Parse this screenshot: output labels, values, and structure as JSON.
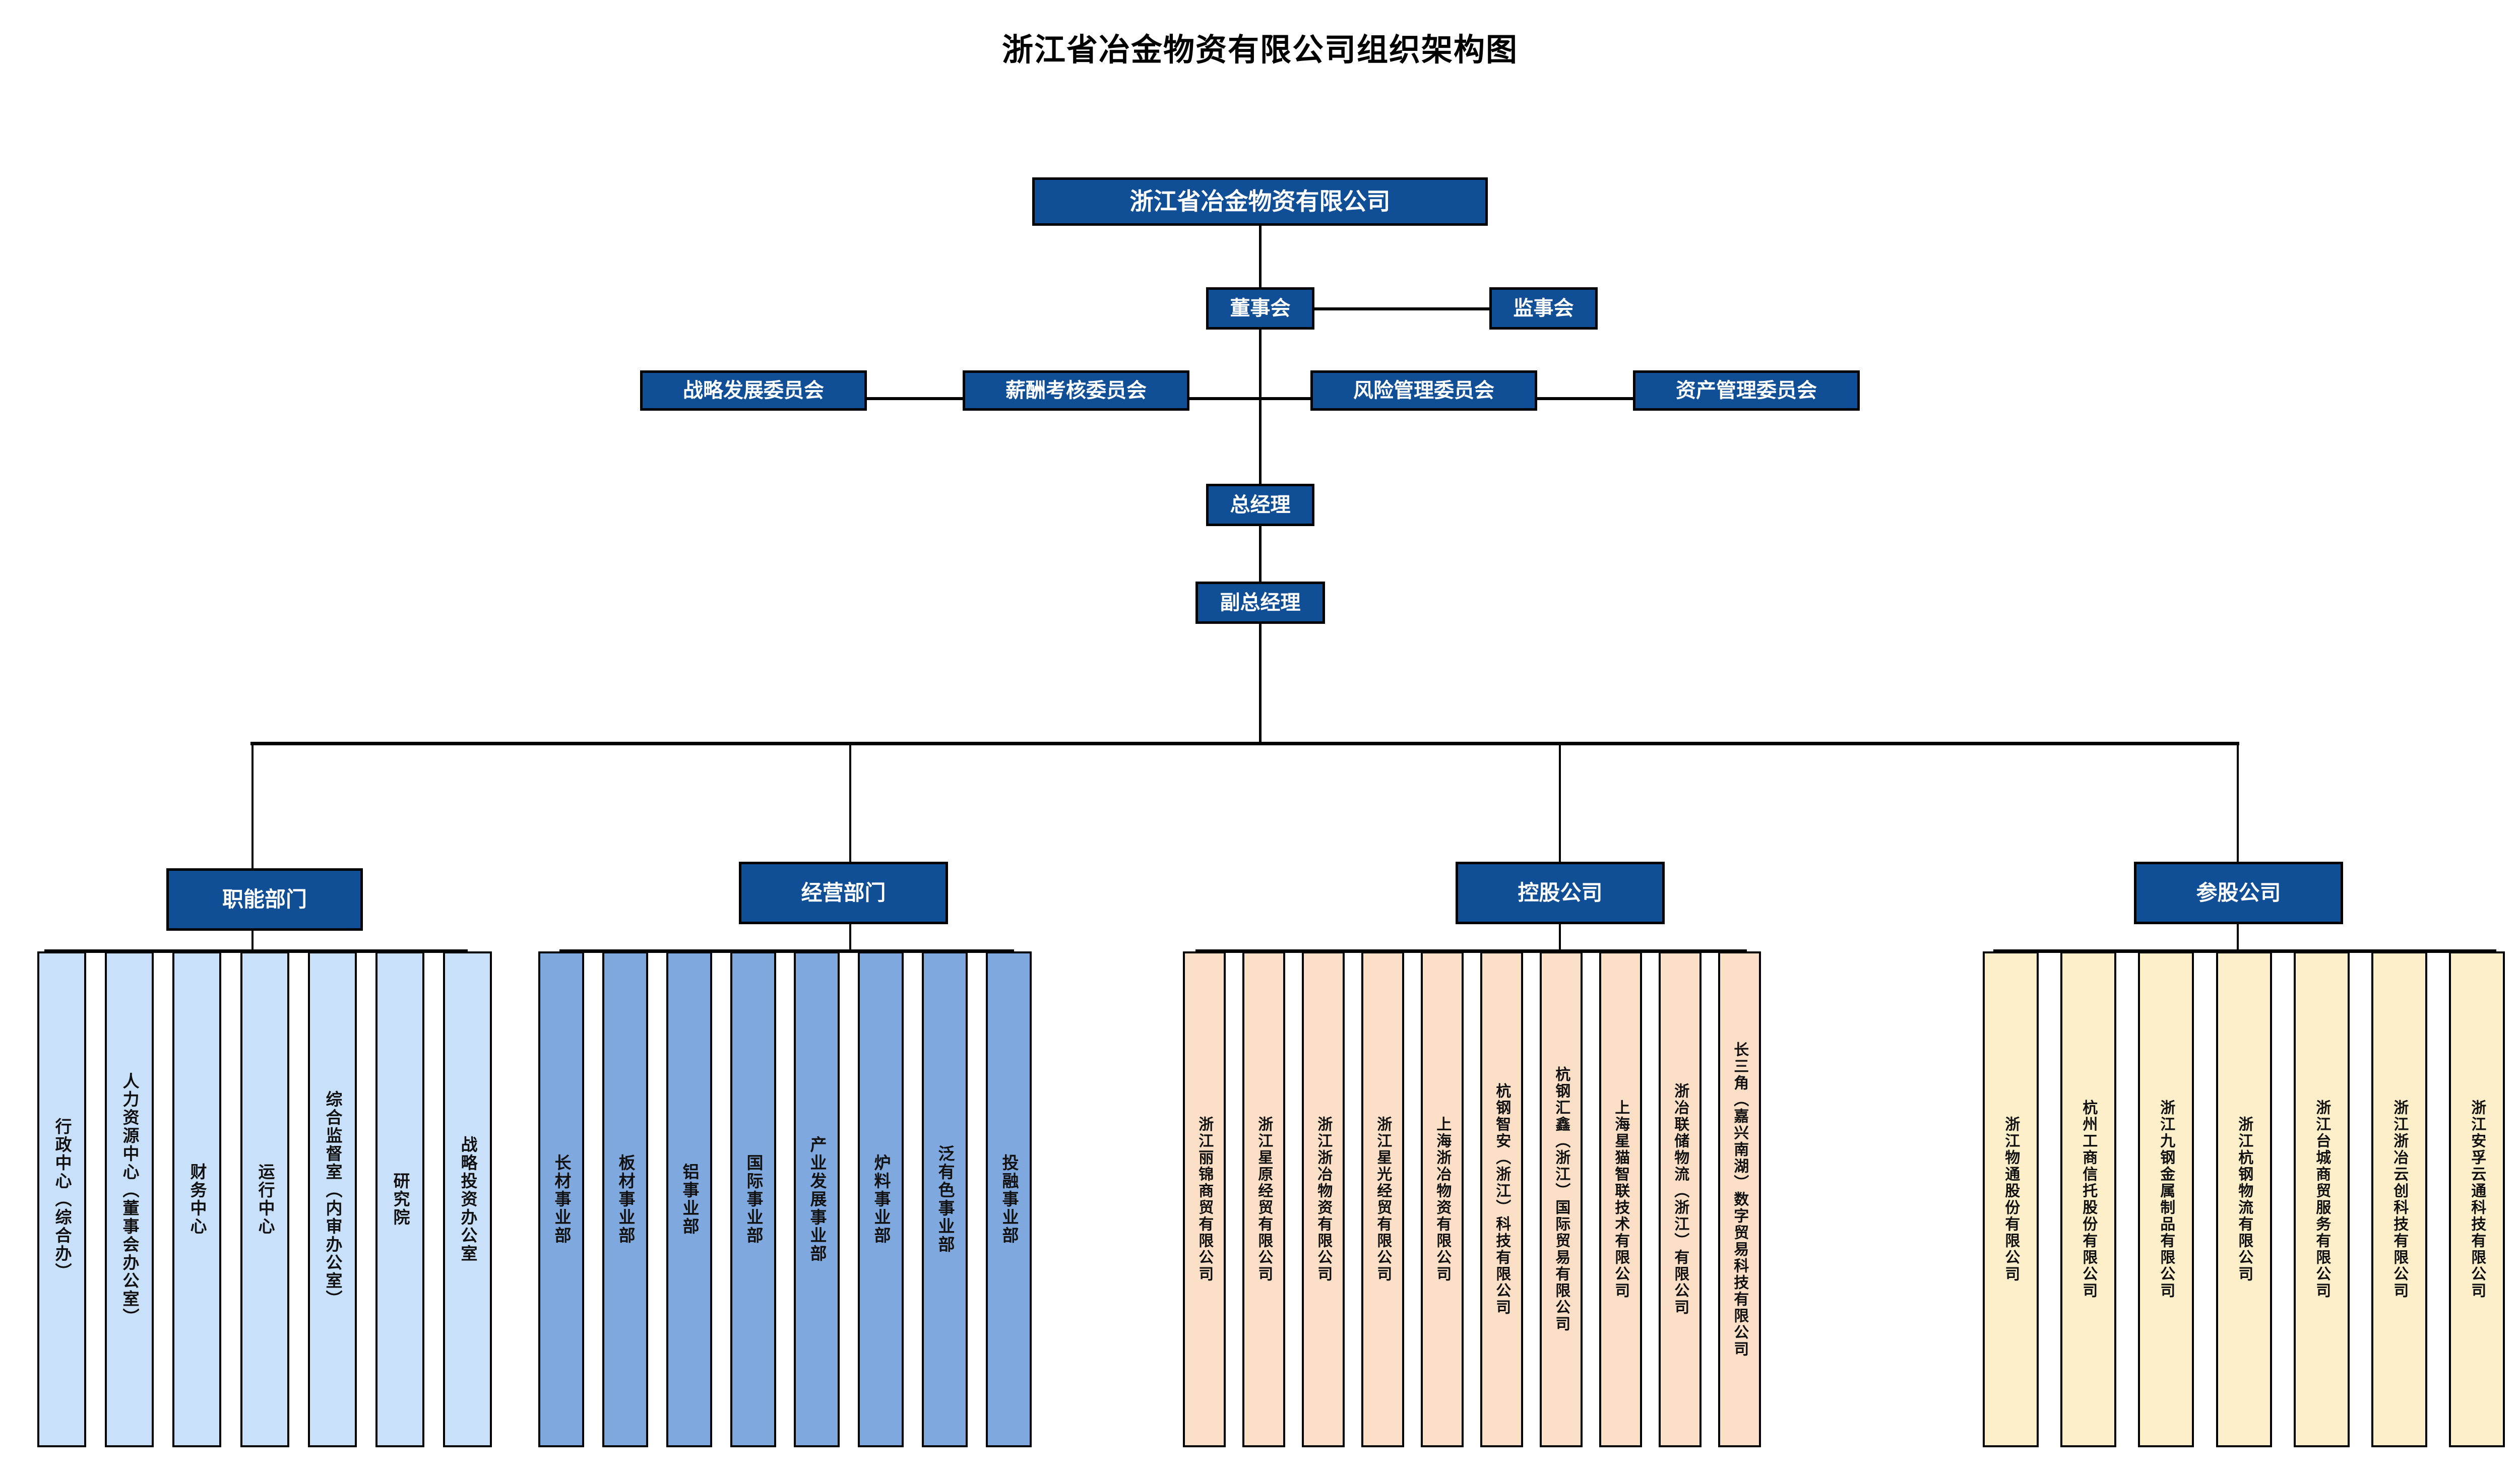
{
  "title": "浙江省冶金物资有限公司组织架构图",
  "colors": {
    "node_blue": "#104E96",
    "leaf_functional": "#C8E0F9",
    "leaf_business": "#7FA9DE",
    "leaf_holding": "#FBE0C7",
    "leaf_participating": "#FCEFCA",
    "line": "#000000",
    "text_on_blue": "#FFFFFF",
    "text_dark": "#111111"
  },
  "top": {
    "company": "浙江省冶金物资有限公司",
    "board": "董事会",
    "supervisory_board": "监事会",
    "general_manager": "总经理",
    "deputy_general_manager": "副总经理"
  },
  "committees": [
    "战略发展委员会",
    "薪酬考核委员会",
    "风险管理委员会",
    "资产管理委员会"
  ],
  "groups": [
    {
      "key": "functional",
      "label": "职能部门",
      "items": [
        "行政中心（综合办）",
        "人力资源中心（董事会办公室）",
        "财务中心",
        "运行中心",
        "综合监督室（内审办公室）",
        "研究院",
        "战略投资办公室"
      ]
    },
    {
      "key": "business",
      "label": "经营部门",
      "items": [
        "长材事业部",
        "板材事业部",
        "铝事业部",
        "国际事业部",
        "产业发展事业部",
        "炉料事业部",
        "泛有色事业部",
        "投融事业部"
      ]
    },
    {
      "key": "holding",
      "label": "控股公司",
      "items": [
        "浙江丽锦商贸有限公司",
        "浙江星原经贸有限公司",
        "浙江浙冶物资有限公司",
        "浙江星光经贸有限公司",
        "上海浙冶物资有限公司",
        "杭钢智安（浙江）科技有限公司",
        "杭钢汇鑫（浙江）国际贸易有限公司",
        "上海星猫智联技术有限公司",
        "浙冶联储物流（浙江）有限公司",
        "长三角（嘉兴南湖）数字贸易科技有限公司"
      ]
    },
    {
      "key": "participating",
      "label": "参股公司",
      "items": [
        "浙江物通股份有限公司",
        "杭州工商信托股份有限公司",
        "浙江九钢金属制品有限公司",
        "浙江杭钢物流有限公司",
        "浙江台城商贸服务有限公司",
        "浙江浙冶云创科技有限公司",
        "浙江安孚云通科技有限公司"
      ]
    }
  ]
}
